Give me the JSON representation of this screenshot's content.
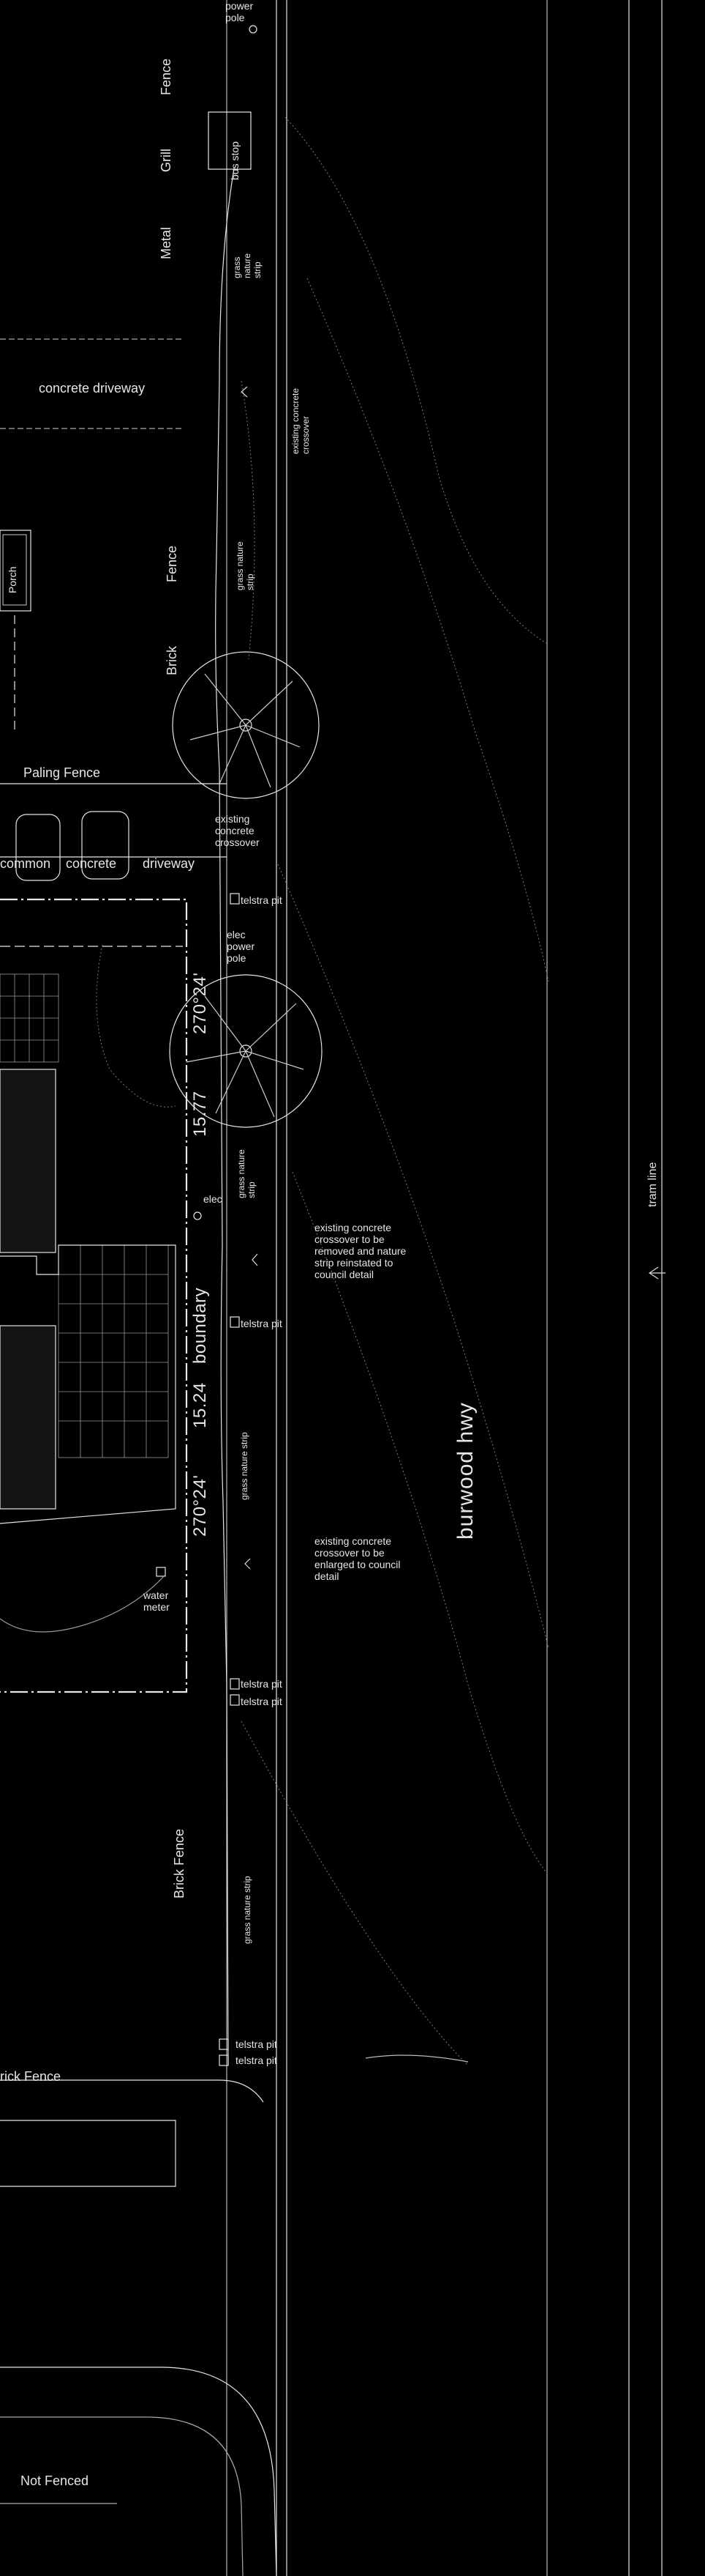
{
  "labels": {
    "power_pole_top": "power\npole",
    "fence_top": "Fence",
    "grill": "Grill",
    "metal": "Metal",
    "bus_stop": "bus stop",
    "grass_strip_1": "grass\nnature\nstrip",
    "concrete_driveway": "concrete driveway",
    "existing_concrete_crossover_rot": "existing concrete\ncrossover",
    "porch": "Porch",
    "fence_mid": "Fence",
    "grass_strip_2": "grass nature\nstrip",
    "brick": "Brick",
    "paling_fence": "Paling Fence",
    "existing_concrete_crossover": "existing\nconcrete\ncrossover",
    "common": "common",
    "concrete": "concrete",
    "driveway": "driveway",
    "telstra_pit_1": "telstra pit",
    "elec_power_pole": "elec\npower\npole",
    "bearing_top": "270°24'",
    "length_top": "15.77",
    "grass_strip_3": "grass nature\nstrip",
    "elec": "elec",
    "crossover_removed_note": "existing concrete\ncrossover to be\nremoved and nature\nstrip reinstated to\ncouncil detail",
    "tram_line": "tram line",
    "boundary": "boundary",
    "telstra_pit_2": "telstra pit",
    "length_bottom": "15.24",
    "burwood_hwy": "burwood hwy",
    "grass_strip_4": "grass nature strip",
    "bearing_bottom": "270°24'",
    "crossover_enlarged_note": "existing concrete\ncrossover to be\nenlarged to council\ndetail",
    "water_meter": "water\nmeter",
    "telstra_pit_3": "telstra pit",
    "telstra_pit_4": "telstra pit",
    "brick_fence_rot": "Brick Fence",
    "grass_strip_5": "grass nature strip",
    "telstra_pit_5": "telstra pit",
    "telstra_pit_6": "telstra pit",
    "brick_fence_bottom": "rick Fence",
    "not_fenced": "Not   Fenced"
  },
  "colors": {
    "background": "#000000",
    "linework": "#e6e6e6",
    "faint": "#8a8a8a",
    "building_fill": "#141414"
  }
}
